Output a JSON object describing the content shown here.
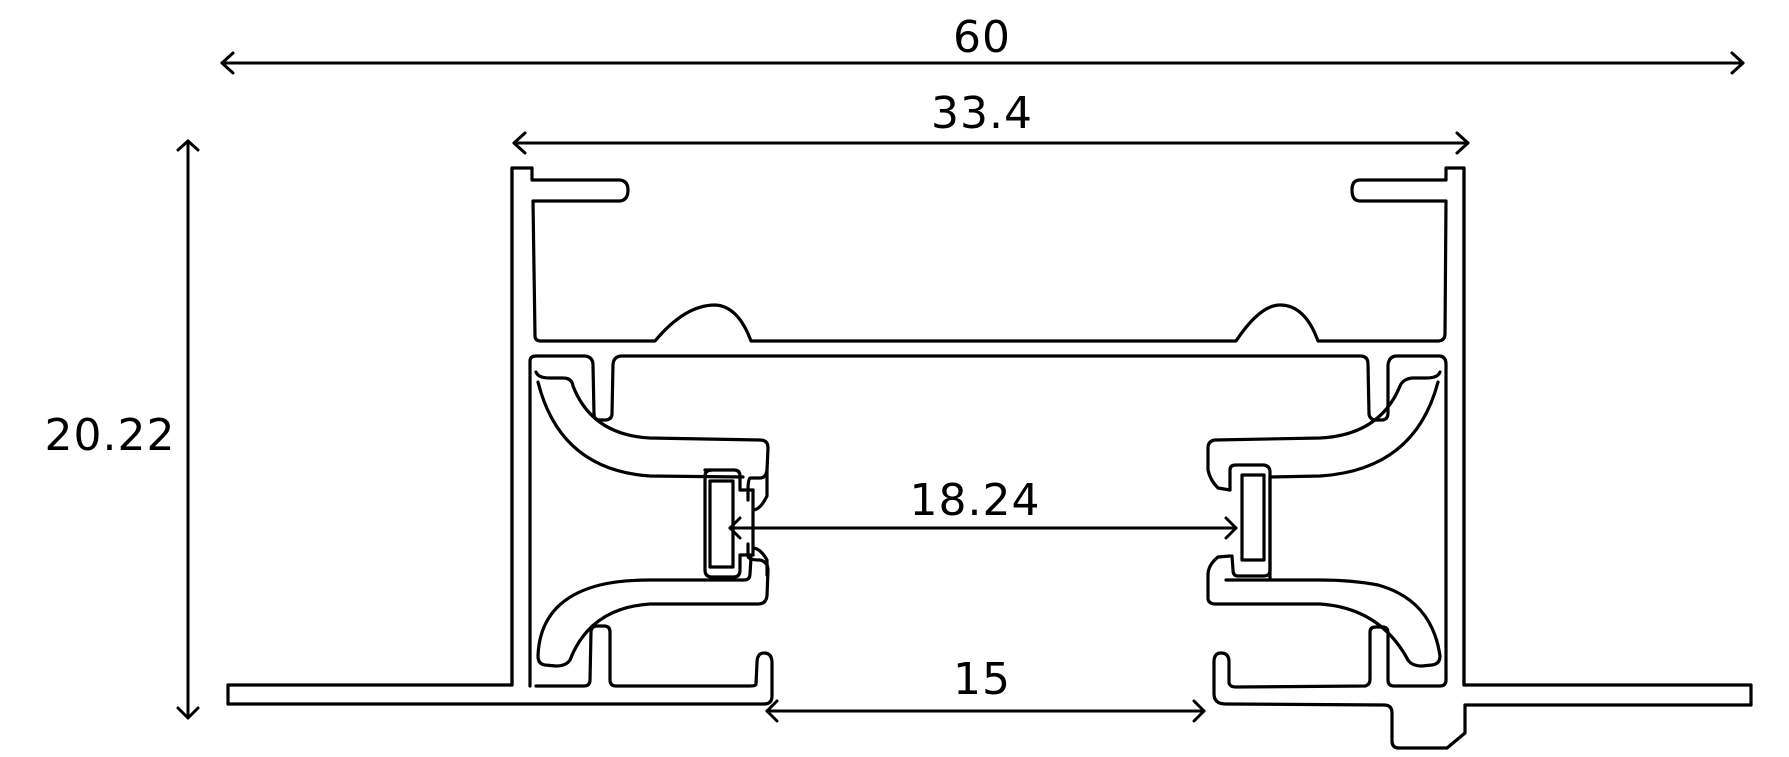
{
  "diagram": {
    "type": "technical-cross-section",
    "subject": "profile cross-section with dimensions",
    "line_color": "#000000",
    "background_color": "#ffffff",
    "units_shown": false,
    "dimensions": {
      "overall_width": {
        "label": "60",
        "orientation": "horizontal"
      },
      "body_width": {
        "label": "33.4",
        "orientation": "horizontal"
      },
      "height": {
        "label": "20.22",
        "orientation": "vertical"
      },
      "inner_contact_span": {
        "label": "18.24",
        "orientation": "horizontal"
      },
      "opening_width": {
        "label": "15",
        "orientation": "horizontal"
      }
    }
  }
}
